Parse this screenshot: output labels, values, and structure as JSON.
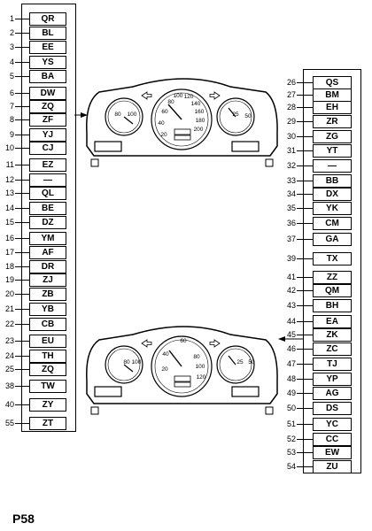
{
  "page": {
    "label": "P58"
  },
  "left_panel": {
    "items": [
      {
        "num": "1",
        "code": "QR"
      },
      {
        "num": "2",
        "code": "BL"
      },
      {
        "num": "3",
        "code": "EE"
      },
      {
        "num": "4",
        "code": "YS"
      },
      {
        "num": "5",
        "code": "BA"
      },
      {
        "num": "6",
        "code": "DW"
      },
      {
        "num": "7",
        "code": "ZQ"
      },
      {
        "num": "8",
        "code": "ZF"
      },
      {
        "num": "9",
        "code": "YJ"
      },
      {
        "num": "10",
        "code": "CJ"
      },
      {
        "num": "11",
        "code": "EZ"
      },
      {
        "num": "12",
        "code": "—"
      },
      {
        "num": "13",
        "code": "QL"
      },
      {
        "num": "14",
        "code": "BE"
      },
      {
        "num": "15",
        "code": "DZ"
      },
      {
        "num": "16",
        "code": "YM"
      },
      {
        "num": "17",
        "code": "AF"
      },
      {
        "num": "18",
        "code": "DR"
      },
      {
        "num": "19",
        "code": "ZJ"
      },
      {
        "num": "20",
        "code": "ZB"
      },
      {
        "num": "21",
        "code": "YB"
      },
      {
        "num": "22",
        "code": "CB"
      },
      {
        "num": "23",
        "code": "EU"
      },
      {
        "num": "24",
        "code": "TH"
      },
      {
        "num": "25",
        "code": "ZQ"
      },
      {
        "num": "38",
        "code": "TW"
      },
      {
        "num": "40",
        "code": "ZY"
      },
      {
        "num": "55",
        "code": "ZT"
      }
    ]
  },
  "right_panel": {
    "items": [
      {
        "num": "26",
        "code": "QS"
      },
      {
        "num": "27",
        "code": "BM"
      },
      {
        "num": "28",
        "code": "EH"
      },
      {
        "num": "29",
        "code": "ZR"
      },
      {
        "num": "30",
        "code": "ZG"
      },
      {
        "num": "31",
        "code": "YT"
      },
      {
        "num": "32",
        "code": "—"
      },
      {
        "num": "33",
        "code": "BB"
      },
      {
        "num": "34",
        "code": "DX"
      },
      {
        "num": "35",
        "code": "YK"
      },
      {
        "num": "36",
        "code": "CM"
      },
      {
        "num": "37",
        "code": "GA"
      },
      {
        "num": "39",
        "code": "TX"
      },
      {
        "num": "41",
        "code": "ZZ"
      },
      {
        "num": "42",
        "code": "QM"
      },
      {
        "num": "43",
        "code": "BH"
      },
      {
        "num": "44",
        "code": "EA"
      },
      {
        "num": "45",
        "code": "ZK"
      },
      {
        "num": "46",
        "code": "ZC"
      },
      {
        "num": "47",
        "code": "TJ"
      },
      {
        "num": "48",
        "code": "YP"
      },
      {
        "num": "49",
        "code": "AG"
      },
      {
        "num": "50",
        "code": "DS"
      },
      {
        "num": "51",
        "code": "YC"
      },
      {
        "num": "52",
        "code": "CC"
      },
      {
        "num": "53",
        "code": "EW"
      },
      {
        "num": "54",
        "code": "ZU"
      }
    ]
  },
  "cluster_top": {
    "left_gauge": [
      "80",
      "100"
    ],
    "speedo": [
      "20",
      "40",
      "60",
      "80",
      "100",
      "120",
      "140",
      "160",
      "180",
      "200"
    ],
    "right_gauge": [
      "25",
      "50"
    ]
  },
  "cluster_bottom": {
    "left_gauge": [
      "80",
      "100"
    ],
    "speedo": [
      "20",
      "40",
      "60",
      "80",
      "100",
      "120"
    ],
    "right_gauge": [
      "25",
      "50"
    ]
  }
}
